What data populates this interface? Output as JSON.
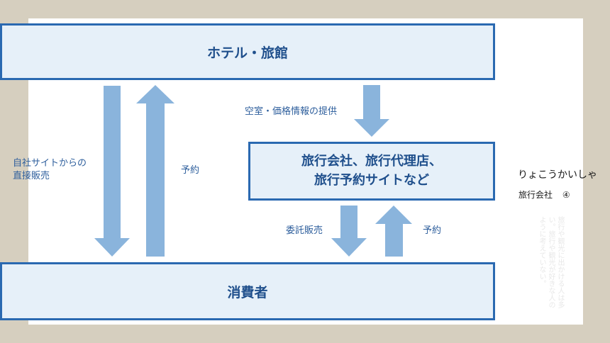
{
  "boxes": {
    "hotel": "ホテル・旅館",
    "agency_line1": "旅行会社、旅行代理店、",
    "agency_line2": "旅行予約サイトなど",
    "consumer": "消費者"
  },
  "labels": {
    "direct_sales_line1": "自社サイトからの",
    "direct_sales_line2": "直接販売",
    "reservation_left": "予約",
    "vacancy_info": "空室・価格情報の提供",
    "consignment_sales": "委託販売",
    "reservation_right": "予約"
  },
  "side_notes": {
    "reading": "りょこうかいしゃ",
    "word": "旅行会社",
    "number": "④"
  },
  "faint_text": "旅行や観光に出かける人は多い。旅行や観光が好きな人のように考えていない。",
  "colors": {
    "box_fill": "#e6f0f9",
    "box_border": "#2a69b1",
    "arrow": "#8ab4dc",
    "text": "#1f4f8c"
  }
}
